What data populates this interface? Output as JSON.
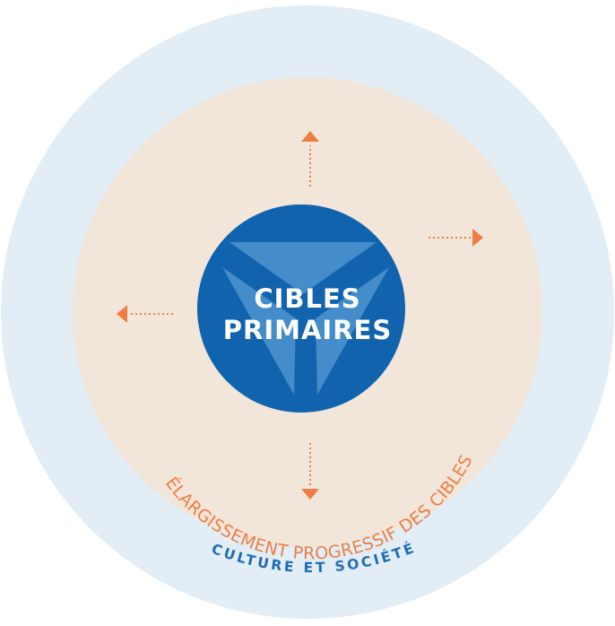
{
  "center": {
    "line1": "CIBLES",
    "line2": "PRIMAIRES"
  },
  "middle_ring_label": "ÉLARGISSEMENT PROGRESSIF DES CIBLES",
  "outer_ring_label": "CULTURE ET SOCIÉTÉ",
  "colors": {
    "outer_ring": "#e2edf5",
    "middle_ring": "#f2e6da",
    "center": "#1163ad",
    "accent": "#ef7d43",
    "outer_label": "#1f6db6"
  },
  "icons": {
    "center_emblem": "triangle-logo-icon",
    "arrows": [
      "arrow-up-icon",
      "arrow-right-icon",
      "arrow-left-icon",
      "arrow-down-icon"
    ]
  }
}
